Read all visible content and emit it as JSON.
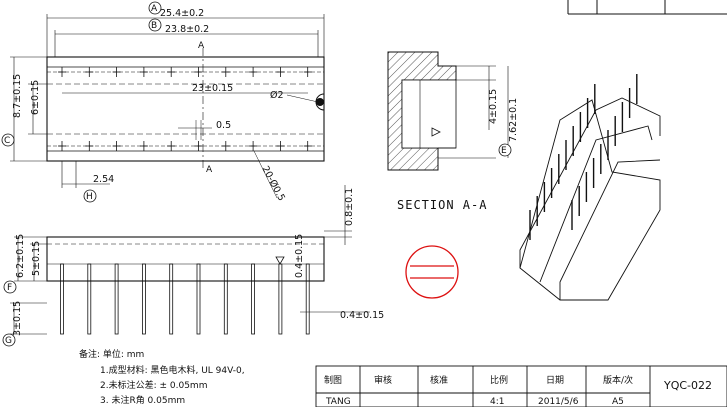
{
  "top_view": {
    "dim_overall": "25.4±0.2",
    "dim_inner": "23.8±0.2",
    "dim_pins": "23±0.15",
    "dim_hole": "Ø2",
    "dim_slot": "0.5",
    "dim_pitch": "2.54",
    "dim_pin_dia": "20-Ø0.5",
    "dim_height_outer": "8.7±0.15",
    "dim_height_inner": "6±0.15",
    "section_mark": "A",
    "callout_A": "A",
    "callout_B": "B",
    "callout_C": "C",
    "callout_H": "H"
  },
  "side_view": {
    "dim_total_h": "6.2±0.15",
    "dim_body_h": "5±0.15",
    "dim_pin_len": "3±0.15",
    "dim_standoff": "0.4±0.15",
    "dim_foot": "0.4±0.15",
    "dim_lip": "0.8±0.1",
    "callout_F": "F",
    "callout_G": "G"
  },
  "section": {
    "title": "SECTION   A-A",
    "dim_depth": "4±0.15",
    "dim_width": "7.62±0.1",
    "callout_E": "E"
  },
  "notes": {
    "header": "备注:   单位: mm",
    "line1": "1.成型材料:  黑色电木料,  UL 94V-0,",
    "line2": "2.未标注公差:  ± 0.05mm",
    "line3": "3. 未注R角 0.05mm"
  },
  "title_block": {
    "headers": [
      "制图",
      "审核",
      "核准",
      "比例",
      "日期",
      "版本/次"
    ],
    "values": [
      "TANG",
      "",
      "",
      "4:1",
      "2011/5/6",
      "A5"
    ],
    "drawing_no": "YQC-022"
  }
}
